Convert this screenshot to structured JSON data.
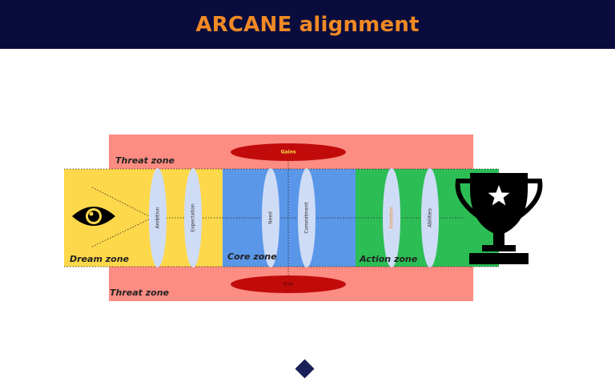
{
  "header": {
    "title": "ARCANE alignment"
  },
  "zones": {
    "threat_top": "Threat zone",
    "threat_bottom": "Threat zone",
    "dream": "Dream zone",
    "core": "Core zone",
    "action": "Action zone"
  },
  "bands": {
    "gains": "Gains",
    "risk": "Risk"
  },
  "ellipses": {
    "ambition": "Ambition",
    "expectation": "Expectation",
    "need": "Need",
    "commitment": "Commitment",
    "intention": "Intention",
    "abilities": "Abilities"
  },
  "icons": {
    "eye": "eye-icon",
    "trophy": "trophy-icon",
    "nav": "diamond-nav-icon"
  },
  "colors": {
    "header_bg": "#0b0c3e",
    "title": "#f08a24",
    "threat": "#fd8c82",
    "dream": "#fdd84a",
    "core": "#5a97e9",
    "action": "#2cbe55",
    "band": "#c10b0b",
    "ellipse": "#cfdcf6"
  }
}
